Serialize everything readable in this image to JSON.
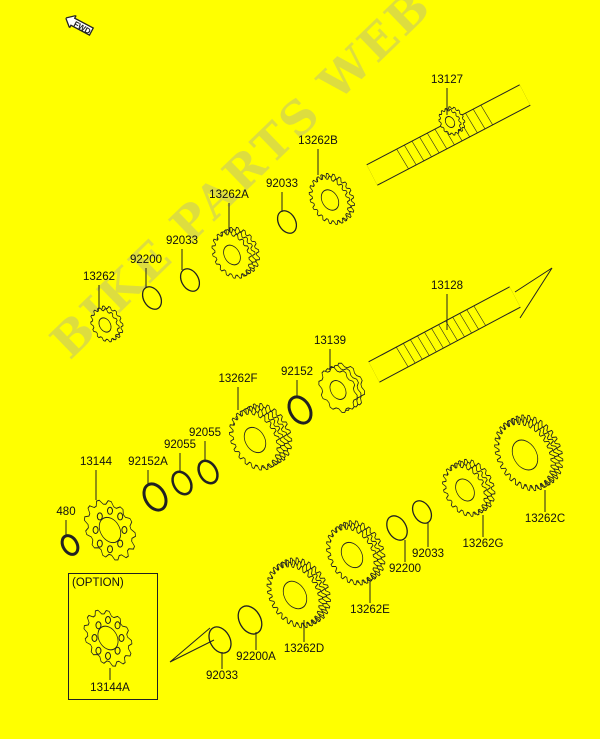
{
  "watermark": "BIKE PARTS WEB ©",
  "fwd_label": "FWD",
  "option_label": "(OPTION)",
  "parts": [
    {
      "id": "13127"
    },
    {
      "id": "13262B"
    },
    {
      "id": "92033"
    },
    {
      "id": "13262A"
    },
    {
      "id": "92033"
    },
    {
      "id": "92200"
    },
    {
      "id": "13262"
    },
    {
      "id": "13128"
    },
    {
      "id": "13139"
    },
    {
      "id": "92152"
    },
    {
      "id": "13262F"
    },
    {
      "id": "92055"
    },
    {
      "id": "92055"
    },
    {
      "id": "92152A"
    },
    {
      "id": "13144"
    },
    {
      "id": "480"
    },
    {
      "id": "13144A"
    },
    {
      "id": "13262C"
    },
    {
      "id": "13262G"
    },
    {
      "id": "92033"
    },
    {
      "id": "92200"
    },
    {
      "id": "13262E"
    },
    {
      "id": "13262D"
    },
    {
      "id": "92200A"
    },
    {
      "id": "92033"
    }
  ],
  "colors": {
    "background": "#ffff00",
    "line": "#222222",
    "watermark": "#d8d84a"
  }
}
